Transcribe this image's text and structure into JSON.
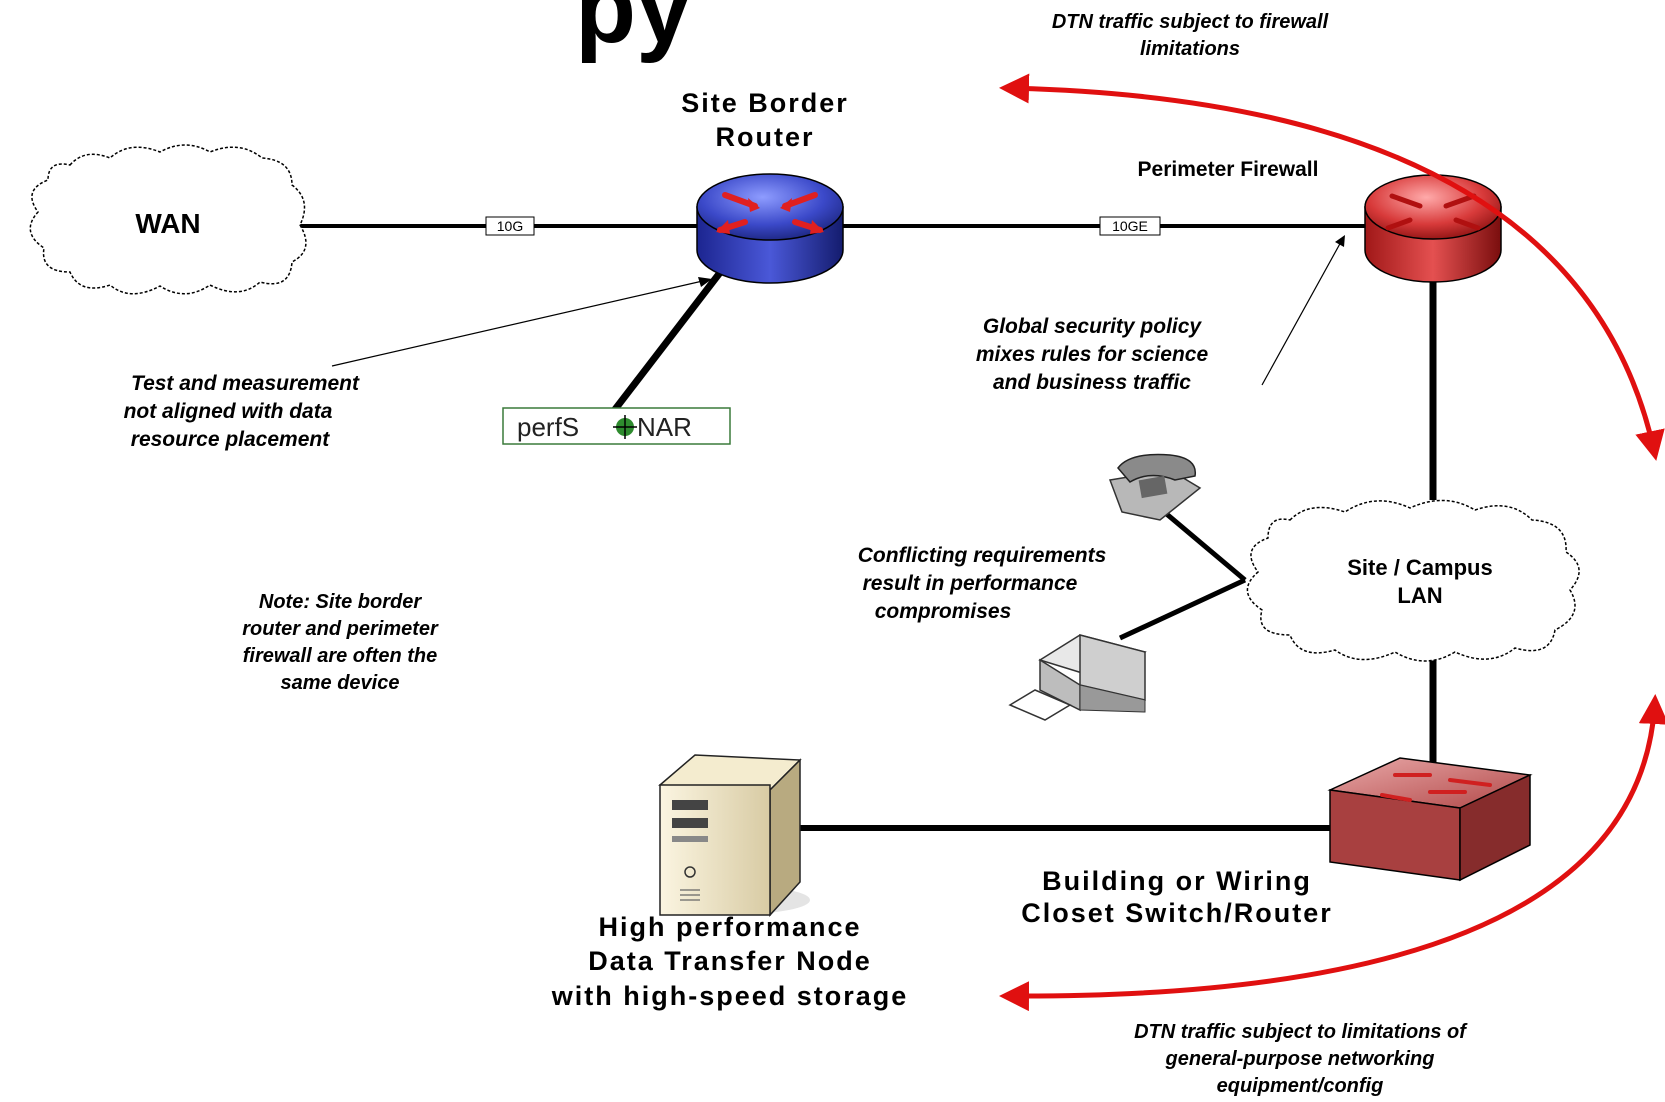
{
  "slide_title_fragment": "py",
  "nodes": {
    "wan": "WAN",
    "border_router": [
      "Site Border",
      "Router"
    ],
    "perimeter_firewall": "Perimeter Firewall",
    "campus_lan": [
      "Site / Campus",
      "LAN"
    ],
    "wiring_switch": [
      "Building or Wiring",
      "Closet Switch/Router"
    ],
    "dtn": [
      "High performance",
      "Data Transfer Node",
      "with high-speed storage"
    ],
    "perfsonar": {
      "prefix": "perfS",
      "suffix": "NAR"
    }
  },
  "links": {
    "wan_to_router": "10G",
    "router_to_firewall": "10GE"
  },
  "annotations": {
    "firewall_limit": [
      "DTN traffic subject to firewall",
      "limitations"
    ],
    "test_measurement": [
      "Test and measurement",
      "not aligned with data",
      "resource placement"
    ],
    "security_policy": [
      "Global security policy",
      "mixes rules for science",
      "and business traffic"
    ],
    "conflicting": [
      "Conflicting requirements",
      "result in performance",
      "compromises"
    ],
    "note": [
      "Note: Site border",
      "router and perimeter",
      "firewall are often the",
      "same device"
    ],
    "general_purpose": [
      "DTN traffic subject to limitations of",
      "general-purpose networking",
      "equipment/config"
    ]
  },
  "icons": {
    "router": "router-icon",
    "firewall": "firewall-router-icon",
    "switch": "switch-icon",
    "server": "server-icon",
    "phone": "telephone-icon",
    "printer": "printer-icon",
    "perfsonar": "perfsonar-logo"
  },
  "colors": {
    "router_blue": "#3b49c9",
    "firewall_red": "#d83a3a",
    "switch_red": "#b24848",
    "arrow_red": "#e01010",
    "link": "#000000"
  }
}
